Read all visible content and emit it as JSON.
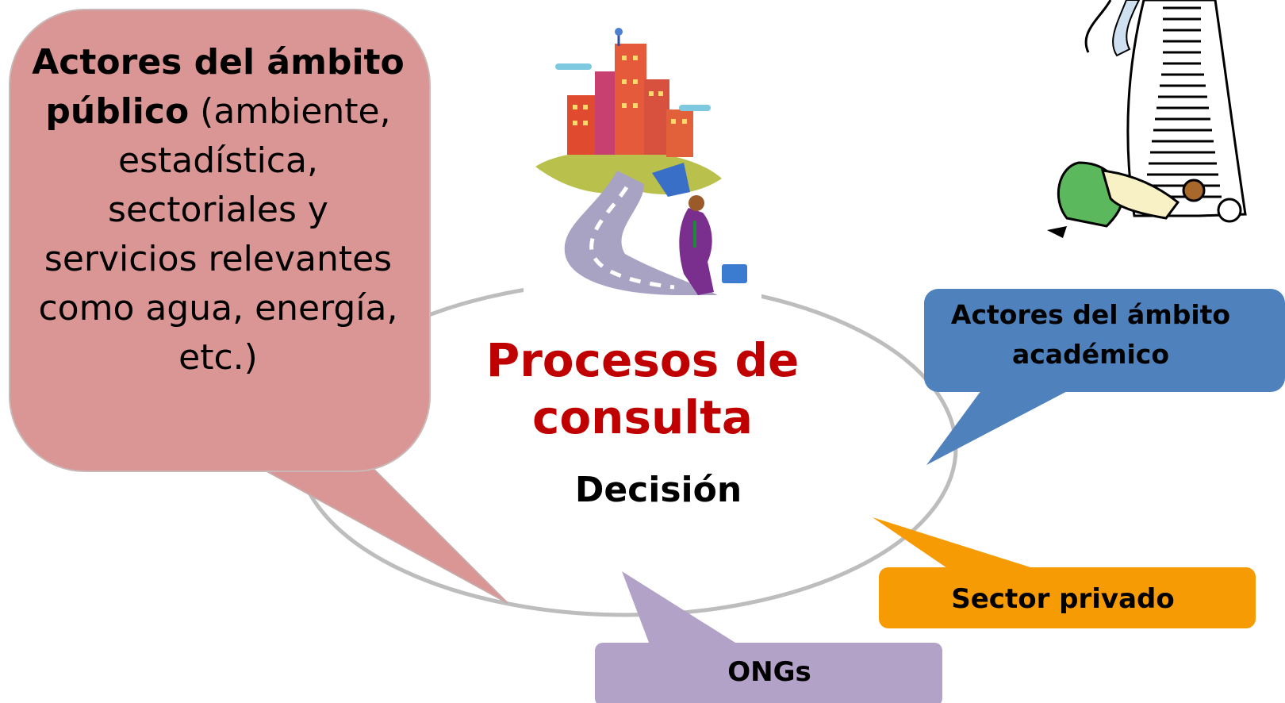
{
  "diagram": {
    "center": {
      "title": "Procesos de consulta",
      "subtitle": "Decisión"
    },
    "public_actors": {
      "bold": "Actores del ámbito público",
      "rest": " (ambiente, estadística, sectoriales y servicios relevantes como agua, energía, etc.)"
    },
    "academic_actors": "Actores del ámbito académico",
    "private_sector": "Sector privado",
    "ngos": "ONGs"
  },
  "colors": {
    "ring": "#bdbdbd",
    "public_bubble": "#d99694",
    "academic_bubble": "#4f81bd",
    "private_bubble": "#f79b05",
    "ngo_bubble": "#b2a2c7",
    "title_red": "#c00000"
  },
  "icons": [
    "city-on-hill-icon",
    "searching-person-icon"
  ]
}
